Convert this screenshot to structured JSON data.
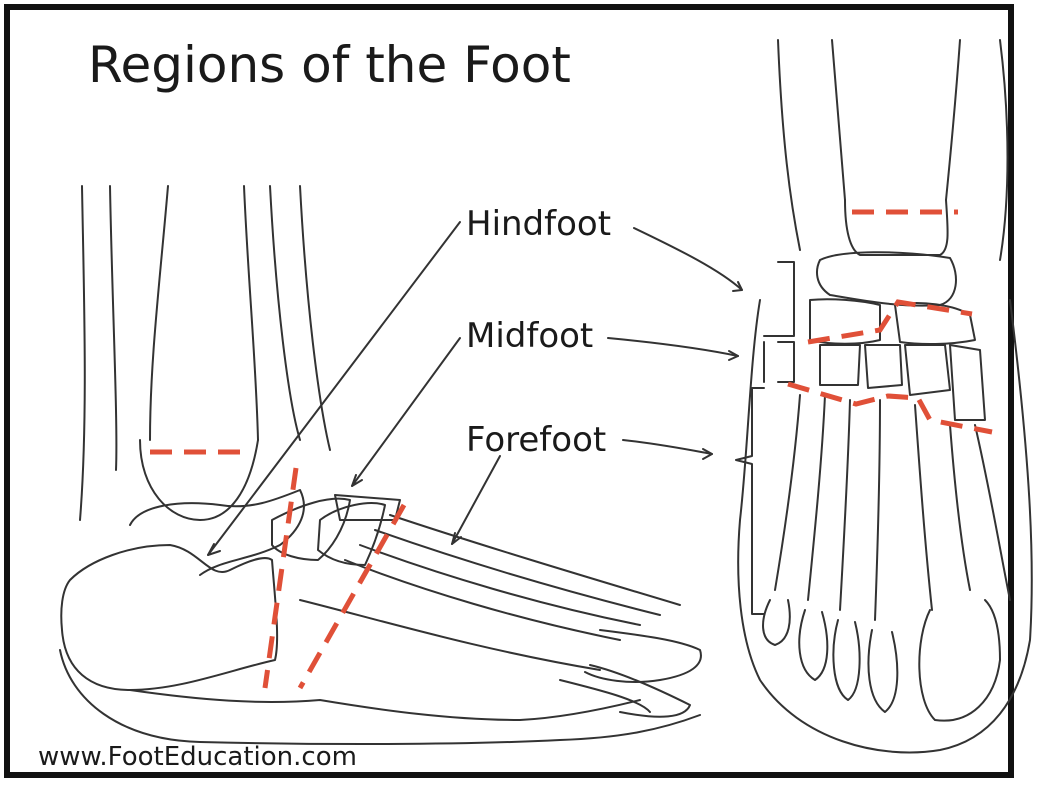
{
  "title": "Regions of the Foot",
  "labels": {
    "hindfoot": "Hindfoot",
    "midfoot": "Midfoot",
    "forefoot": "Forefoot"
  },
  "source_url": "www.FootEducation.com",
  "colors": {
    "border": "#111111",
    "bone_line": "#333333",
    "boundary_dash": "#e05038",
    "text": "#1a1a1a"
  }
}
